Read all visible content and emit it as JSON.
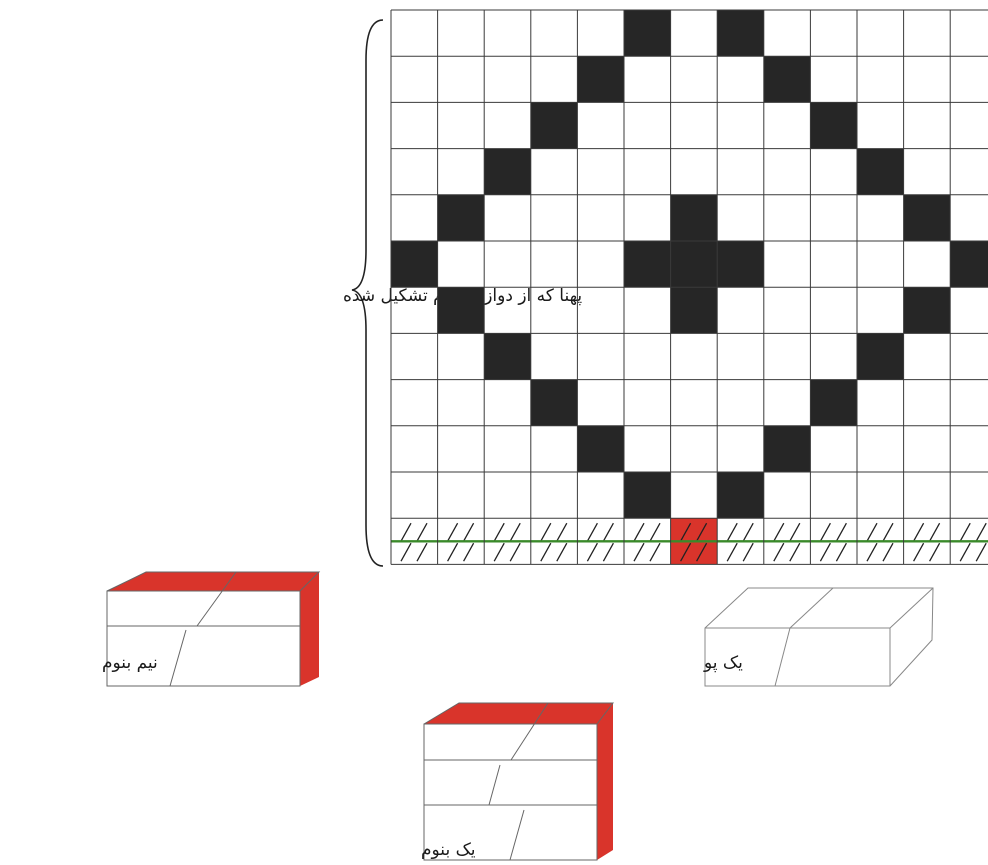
{
  "labels": {
    "width_brace": "پهنا که از دوازده بنوم تشکیل شده",
    "half_bonum": "نیم بنوم",
    "one_pu": "یک پو",
    "one_bonum": "یک بنوم"
  },
  "pattern": {
    "columns": 13,
    "rows": 12,
    "filled_cells": [
      [
        0,
        5
      ],
      [
        0,
        7
      ],
      [
        1,
        4
      ],
      [
        1,
        8
      ],
      [
        2,
        3
      ],
      [
        2,
        9
      ],
      [
        3,
        2
      ],
      [
        3,
        10
      ],
      [
        4,
        1
      ],
      [
        4,
        6
      ],
      [
        4,
        11
      ],
      [
        5,
        0
      ],
      [
        5,
        5
      ],
      [
        5,
        6
      ],
      [
        5,
        7
      ],
      [
        5,
        12
      ],
      [
        6,
        1
      ],
      [
        6,
        6
      ],
      [
        6,
        11
      ],
      [
        7,
        2
      ],
      [
        7,
        10
      ],
      [
        8,
        3
      ],
      [
        8,
        9
      ],
      [
        9,
        4
      ],
      [
        9,
        8
      ],
      [
        10,
        5
      ],
      [
        10,
        7
      ]
    ],
    "highlighted_base_column": 6
  },
  "colors": {
    "filled": "#262626",
    "grid_line": "#3a3a3a",
    "highlight": "#d9342b",
    "base_line": "#3a8a2a"
  }
}
